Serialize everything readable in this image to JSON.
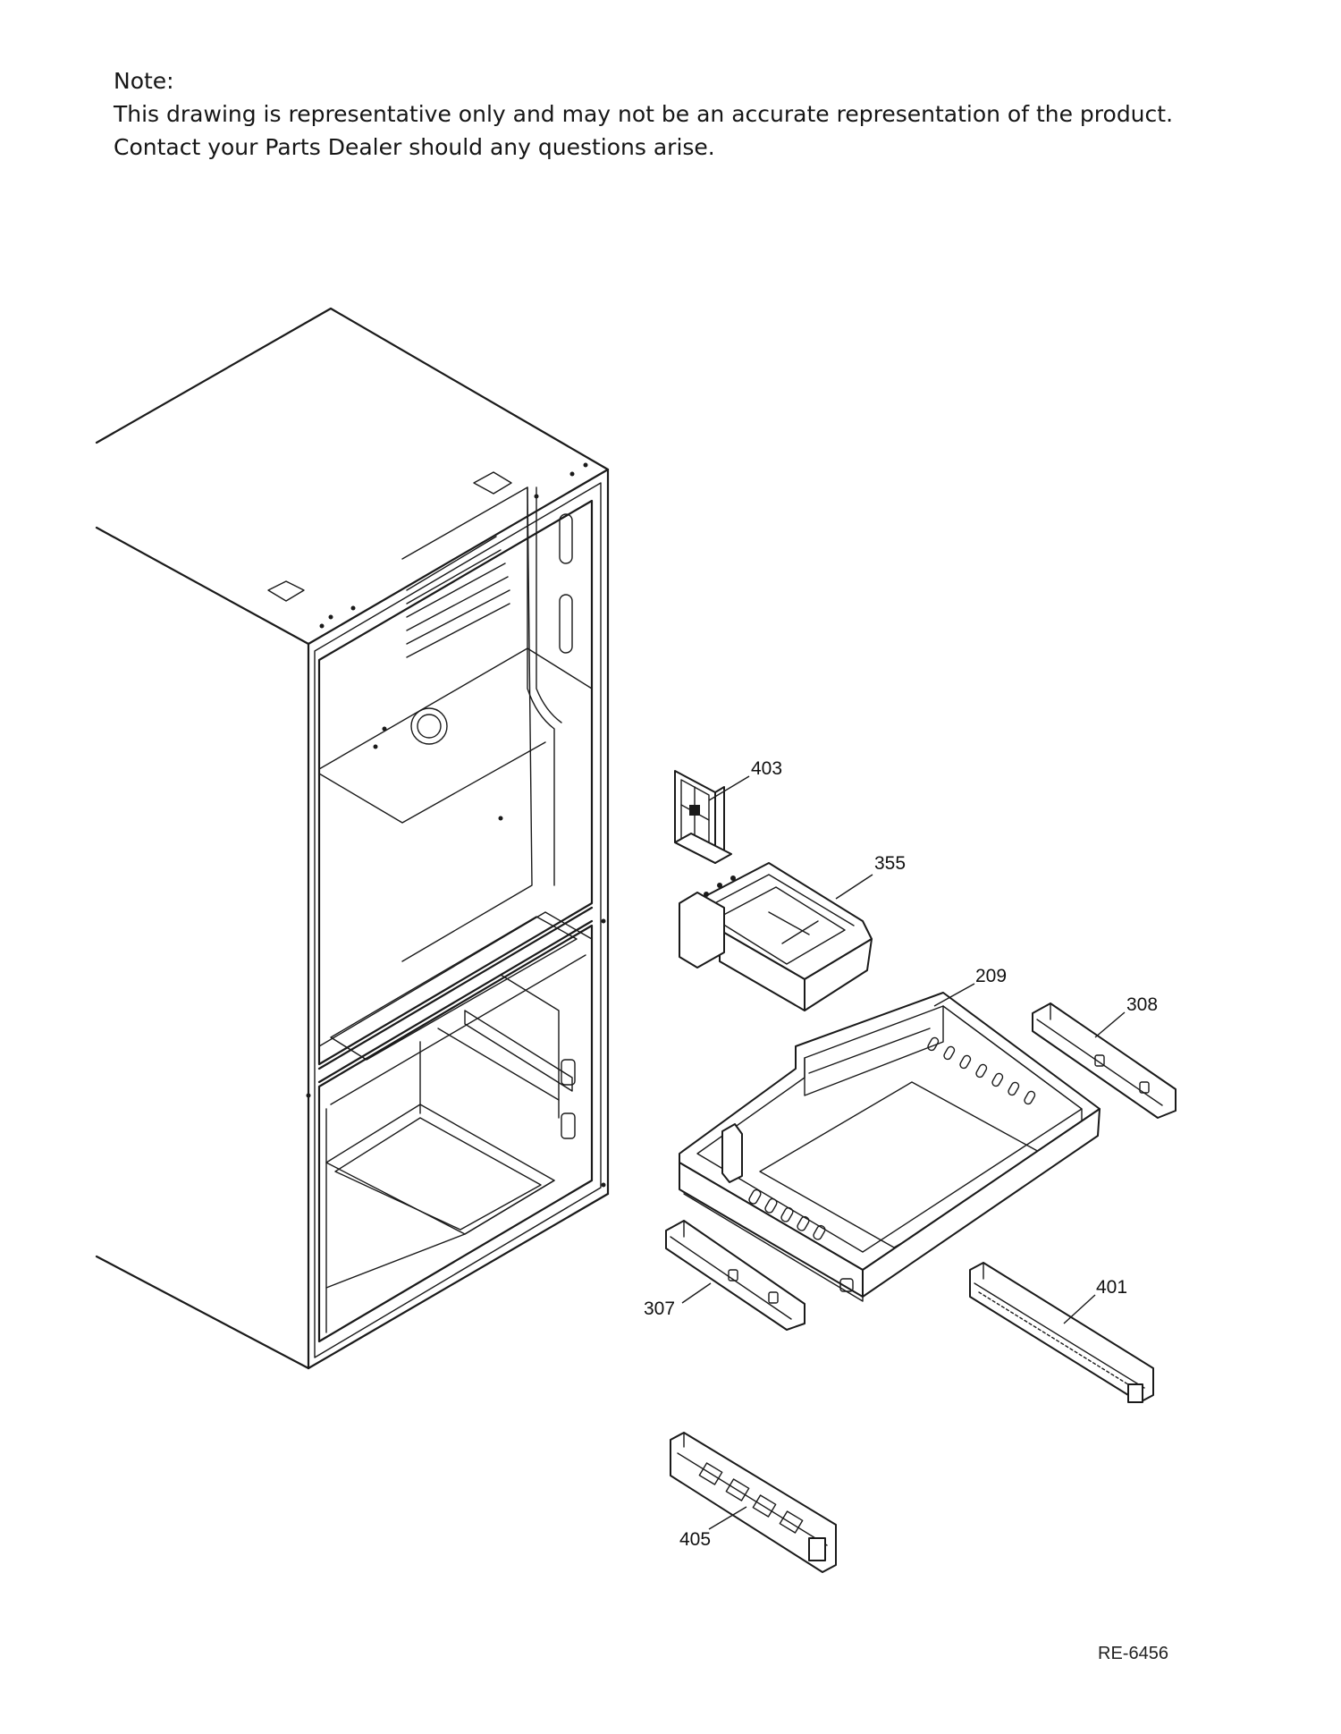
{
  "note": {
    "heading": "Note:",
    "line1": "This drawing is representative only and may not be an accurate representation of the product.",
    "line2": "Contact your Parts Dealer should any questions arise."
  },
  "callouts": {
    "p403": "403",
    "p355": "355",
    "p209": "209",
    "p308": "308",
    "p307": "307",
    "p401": "401",
    "p405": "405"
  },
  "reference_code": "RE-6456"
}
